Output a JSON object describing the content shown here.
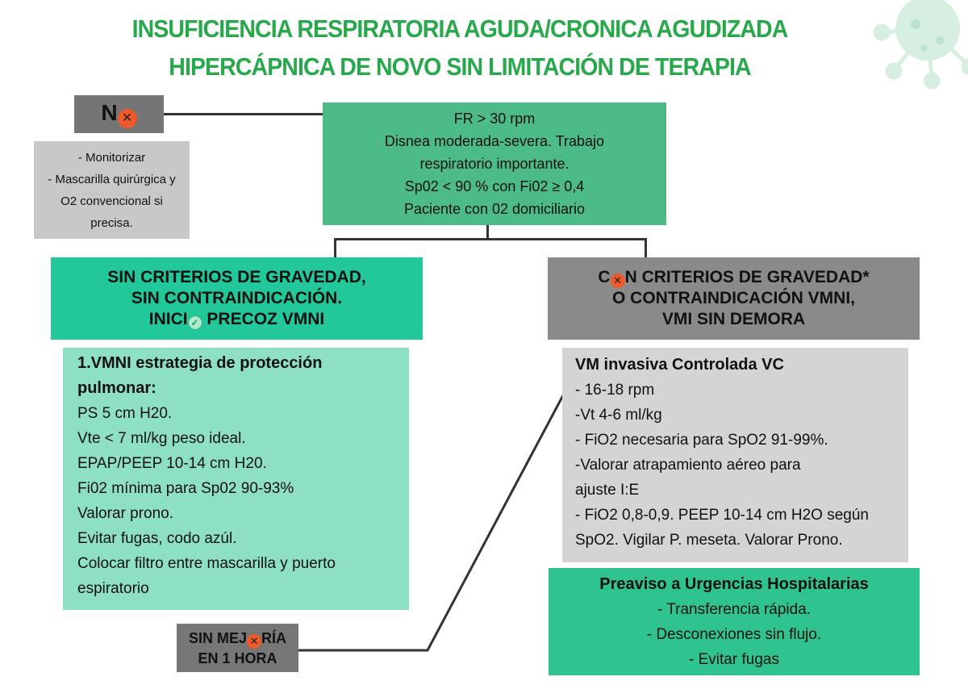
{
  "title": {
    "line1": "INSUFICIENCIA RESPIRATORIA AGUDA/CRONICA AGUDIZADA",
    "line2": "HIPERCÁPNICA DE NOVO SIN LIMITACIÓN DE  TERAPIA"
  },
  "no_box": {
    "label_pre": "N",
    "icon": "x-circle-icon"
  },
  "no_actions": [
    "- Monitorizar",
    "- Mascarilla quirúrgica y",
    "O2 convencional si",
    "precisa."
  ],
  "criteria": [
    "FR > 30 rpm",
    "Disnea moderada-severa. Trabajo",
    "respiratorio importante.",
    "Sp02 < 90 % con Fi02 ≥ 0,4",
    "Paciente con 02 domiciliario"
  ],
  "left_branch": {
    "line1": "SIN CRITERIOS DE GRAVEDAD,",
    "line2": "SIN CONTRAINDICACIÓN.",
    "line3_pre": "INICI",
    "line3_post": " PRECOZ VMNI",
    "icon": "check-circle-icon"
  },
  "right_branch": {
    "line1_pre": "C",
    "line1_post": "N CRITERIOS DE GRAVEDAD*",
    "line2": "O CONTRAINDICACIÓN VMNI,",
    "line3": "VMI SIN DEMORA",
    "icon": "x-circle-icon"
  },
  "vmni": {
    "heading_bold": "1.VMNI",
    "heading_rest": " estrategia de protección",
    "heading_line2": "pulmonar:",
    "items": [
      "PS 5 cm H20.",
      "Vte < 7 ml/kg peso ideal.",
      "EPAP/PEEP 10-14 cm H20.",
      "Fi02 mínima para Sp02 90-93%",
      "Valorar prono.",
      "Evitar fugas, codo azúl.",
      "Colocar filtro entre mascarilla y puerto",
      "espiratorio"
    ]
  },
  "vmi": {
    "heading": "VM invasiva Controlada VC",
    "items": [
      "- 16-18 rpm",
      "-Vt 4-6 ml/kg",
      "- FiO2 necesaria para SpO2 91-99%.",
      "-Valorar atrapamiento aéreo  para",
      "ajuste I:E",
      "- FiO2 0,8-0,9. PEEP 10-14 cm H2O según",
      "SpO2. Vigilar P. meseta. Valorar Prono."
    ]
  },
  "preaviso": {
    "heading": "Preaviso a Urgencias Hospitalarias",
    "items": [
      "- Transferencia rápida.",
      "- Desconexiones sin flujo.",
      "- Evitar fugas"
    ]
  },
  "sin_mejoria": {
    "line1_pre": "SIN MEJ",
    "line1_post": "RÍA",
    "line2": "EN 1 HORA",
    "icon": "x-circle-icon"
  },
  "colors": {
    "title": "#27a84a",
    "criteria": "#4cbb87",
    "left": "#22c79a",
    "vmni": "#8ee0c4",
    "dark_gray": "#777777",
    "light_gray": "#d4d4d6",
    "x_icon": "#f05a2a"
  }
}
